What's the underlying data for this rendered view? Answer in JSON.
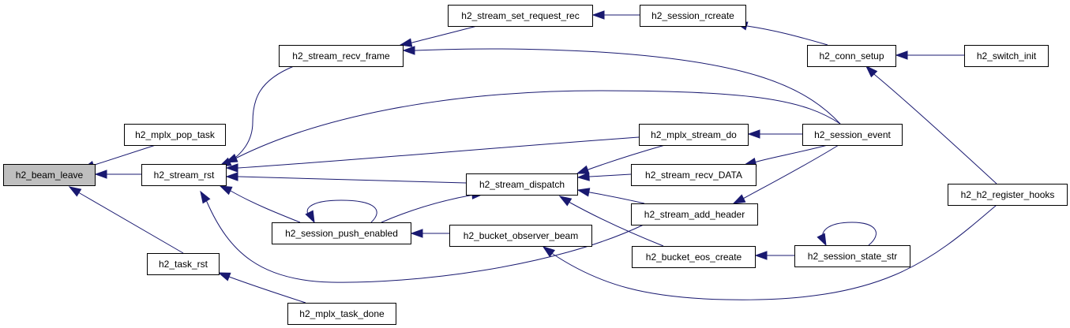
{
  "diagram": {
    "type": "call-graph",
    "colors": {
      "edge": "#191970",
      "root_fill": "#bfbfbf",
      "node_fill": "#ffffff",
      "node_border": "#000000"
    },
    "nodes": [
      {
        "id": "h2_beam_leave",
        "label": "h2_beam_leave",
        "root": true
      },
      {
        "id": "h2_mplx_pop_task",
        "label": "h2_mplx_pop_task"
      },
      {
        "id": "h2_stream_rst",
        "label": "h2_stream_rst"
      },
      {
        "id": "h2_task_rst",
        "label": "h2_task_rst"
      },
      {
        "id": "h2_stream_recv_frame",
        "label": "h2_stream_recv_frame"
      },
      {
        "id": "h2_session_push_enabled",
        "label": "h2_session_push_enabled"
      },
      {
        "id": "h2_mplx_task_done",
        "label": "h2_mplx_task_done"
      },
      {
        "id": "h2_stream_set_request_rec",
        "label": "h2_stream_set_request_rec"
      },
      {
        "id": "h2_stream_dispatch",
        "label": "h2_stream_dispatch"
      },
      {
        "id": "h2_bucket_observer_beam",
        "label": "h2_bucket_observer_beam"
      },
      {
        "id": "h2_session_rcreate",
        "label": "h2_session_rcreate"
      },
      {
        "id": "h2_mplx_stream_do",
        "label": "h2_mplx_stream_do"
      },
      {
        "id": "h2_stream_recv_DATA",
        "label": "h2_stream_recv_DATA"
      },
      {
        "id": "h2_stream_add_header",
        "label": "h2_stream_add_header"
      },
      {
        "id": "h2_bucket_eos_create",
        "label": "h2_bucket_eos_create"
      },
      {
        "id": "h2_conn_setup",
        "label": "h2_conn_setup"
      },
      {
        "id": "h2_session_event",
        "label": "h2_session_event"
      },
      {
        "id": "h2_session_state_str",
        "label": "h2_session_state_str"
      },
      {
        "id": "h2_switch_init",
        "label": "h2_switch_init"
      },
      {
        "id": "h2_h2_register_hooks",
        "label": "h2_h2_register_hooks"
      }
    ],
    "edges": [
      {
        "from": "h2_mplx_pop_task",
        "to": "h2_beam_leave"
      },
      {
        "from": "h2_stream_rst",
        "to": "h2_beam_leave"
      },
      {
        "from": "h2_task_rst",
        "to": "h2_beam_leave"
      },
      {
        "from": "h2_stream_recv_frame",
        "to": "h2_stream_rst"
      },
      {
        "from": "h2_session_event",
        "to": "h2_stream_rst"
      },
      {
        "from": "h2_mplx_stream_do",
        "to": "h2_stream_rst"
      },
      {
        "from": "h2_stream_dispatch",
        "to": "h2_stream_rst"
      },
      {
        "from": "h2_session_push_enabled",
        "to": "h2_stream_rst"
      },
      {
        "from": "h2_stream_add_header",
        "to": "h2_stream_rst"
      },
      {
        "from": "h2_mplx_task_done",
        "to": "h2_task_rst"
      },
      {
        "from": "h2_stream_set_request_rec",
        "to": "h2_stream_recv_frame"
      },
      {
        "from": "h2_session_event",
        "to": "h2_stream_recv_frame"
      },
      {
        "from": "h2_session_rcreate",
        "to": "h2_stream_set_request_rec"
      },
      {
        "from": "h2_conn_setup",
        "to": "h2_session_rcreate"
      },
      {
        "from": "h2_switch_init",
        "to": "h2_conn_setup"
      },
      {
        "from": "h2_h2_register_hooks",
        "to": "h2_conn_setup"
      },
      {
        "from": "h2_session_event",
        "to": "h2_mplx_stream_do"
      },
      {
        "from": "h2_mplx_stream_do",
        "to": "h2_stream_dispatch"
      },
      {
        "from": "h2_stream_recv_DATA",
        "to": "h2_stream_dispatch"
      },
      {
        "from": "h2_stream_add_header",
        "to": "h2_stream_dispatch"
      },
      {
        "from": "h2_bucket_eos_create",
        "to": "h2_stream_dispatch"
      },
      {
        "from": "h2_session_push_enabled",
        "to": "h2_stream_dispatch"
      },
      {
        "from": "h2_session_push_enabled",
        "to": "h2_session_push_enabled"
      },
      {
        "from": "h2_bucket_observer_beam",
        "to": "h2_session_push_enabled"
      },
      {
        "from": "h2_session_event",
        "to": "h2_stream_recv_DATA"
      },
      {
        "from": "h2_session_event",
        "to": "h2_stream_add_header"
      },
      {
        "from": "h2_session_state_str",
        "to": "h2_bucket_eos_create"
      },
      {
        "from": "h2_session_state_str",
        "to": "h2_session_state_str"
      },
      {
        "from": "h2_h2_register_hooks",
        "to": "h2_bucket_observer_beam"
      }
    ]
  }
}
